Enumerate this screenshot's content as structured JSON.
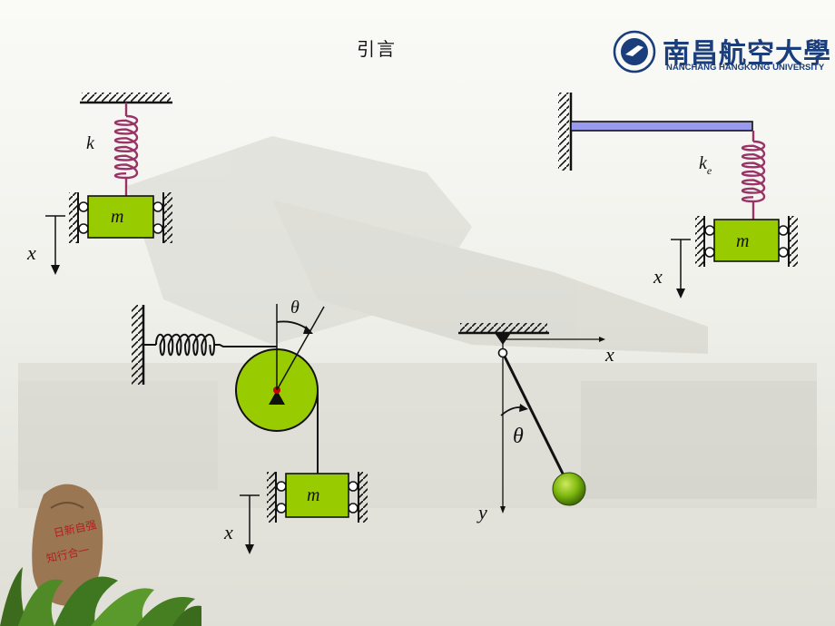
{
  "slide": {
    "title": "引言"
  },
  "logo": {
    "name_cn": "南昌航空大學",
    "name_en": "NANCHANG HANGKONG UNIVERSITY"
  },
  "labels": {
    "mass": "m",
    "stiffness": "k",
    "effective_stiffness_base": "k",
    "effective_stiffness_sub": "e",
    "displacement": "x",
    "angle": "θ",
    "axis_x": "x",
    "axis_y": "y"
  },
  "colors": {
    "mass_fill": "#99cc00",
    "spring": "#993366",
    "beam_fill": "#9999ee",
    "pivot": "#cc0000",
    "bob": "#7fba10",
    "ink": "#111111"
  },
  "decor": {
    "rock_text": "日新自强 知行合一"
  }
}
